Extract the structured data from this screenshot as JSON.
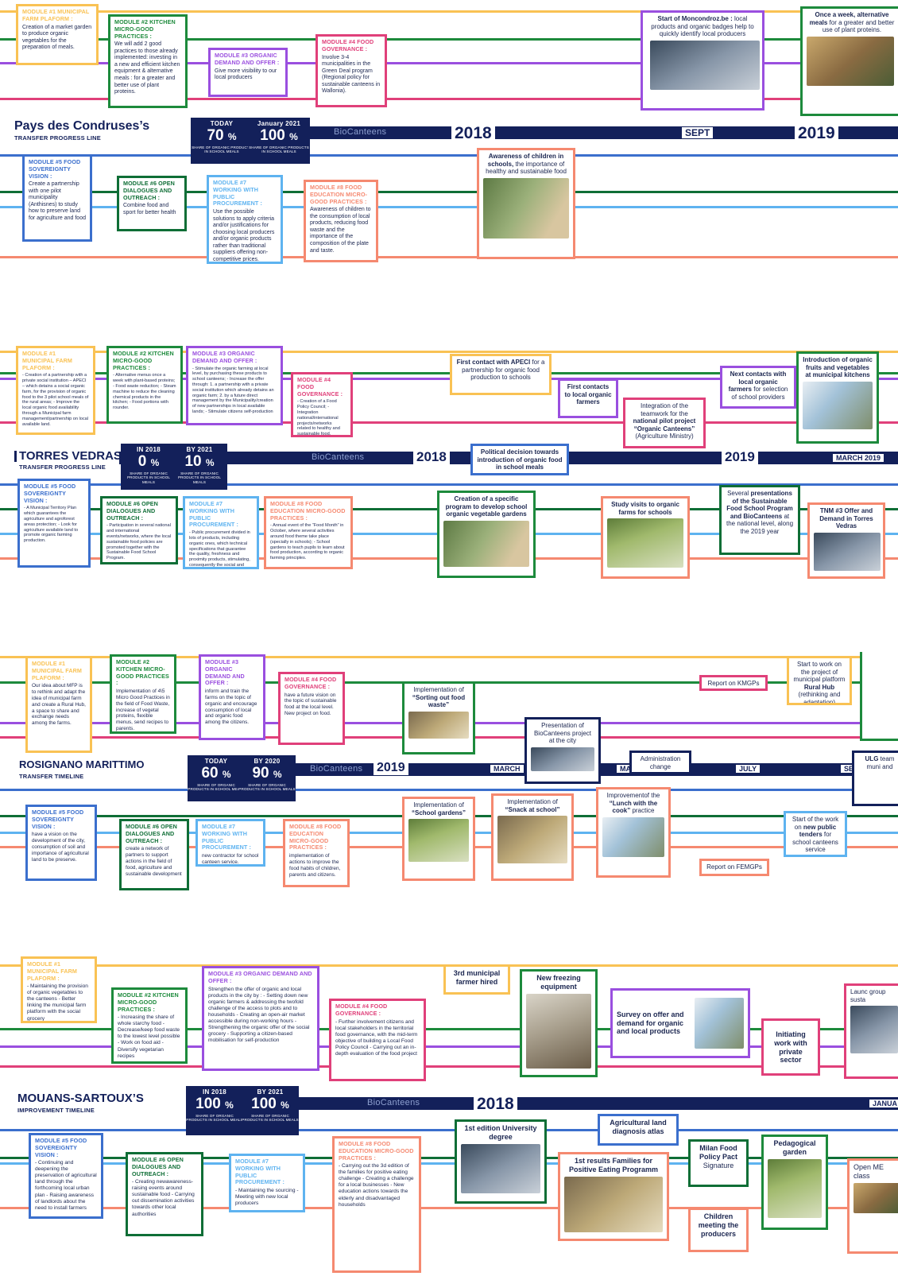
{
  "colors": {
    "yellow": "#f9c254",
    "green": "#1d8a3c",
    "purple": "#9a4fdf",
    "pink": "#e0407a",
    "blue": "#3b6fcd",
    "darkgreen": "#0f6e36",
    "lightblue": "#5eb3f0",
    "salmon": "#f58970",
    "navy": "#13205a"
  },
  "brand": "BioCanteens",
  "stat_desc": "SHARE OF ORGANIC PRODUCTS IN SCHOOL MEALS",
  "condroz": {
    "title": "Pays des Condruses’s",
    "subtitle": "TRANSFER PROGRESS LINE",
    "stat1": {
      "label": "TODAY",
      "value": "70",
      "unit": "%"
    },
    "stat2": {
      "label": "January 2021",
      "value": "100",
      "unit": "%"
    },
    "years": [
      "2018",
      "SEPT",
      "2019"
    ],
    "m1": {
      "title": "MODULE #1 MUNICIPAL FARM PLAFORM :",
      "text": "Creation of a market garden to produce organic vegetables for the preparation of meals."
    },
    "m2": {
      "title": "MODULE #2 KITCHEN MICRO-GOOD PRACTICES :",
      "text": "We will add 2 good practices to those already implemented: investing in a new and efficient kitchen equipment & alternative meals : for a greater and better use of plant proteins."
    },
    "m3": {
      "title": "MODULE #3 ORGANIC DEMAND AND OFFER :",
      "text": "Give more visibility to our local producers"
    },
    "m4": {
      "title": "MODULE #4 FOOD GOVERNANCE :",
      "text": "Involve 3-4 municipalities in the Green Deal program (Regional policy for sustainable canteens in Wallonia)."
    },
    "m5": {
      "title": "MODULE #5 FOOD SOVEREIGNTY VISION :",
      "text": "Create a partnership with one pilot municipality (Anthisnes) to study how to preserve land for agriculture and food"
    },
    "m6": {
      "title": "MODULE #6 OPEN DIALOGUES AND OUTREACH :",
      "text": "Combine food and sport for better health"
    },
    "m7": {
      "title": "MODULE #7 WORKING WITH PUBLIC PROCUREMENT :",
      "text": "Use the possible solutions to apply criteria and/or justifications for choosing local producers and/or organic products rather than traditional suppliers offering non-competitive prices."
    },
    "m8": {
      "title": "MODULE #8 FOOD EDUCATION MICRO-GOOD PRACTICES :",
      "text": "Awareness of children to the consumption of local products, reducing food waste and the importance of the composition of the plate and taste."
    },
    "e1": {
      "b": "Start of Moncondroz.be :",
      "t": "local products and organic badges help to quickly identify local producers"
    },
    "e2": {
      "b": "Once a week, alternative meals",
      "t": "for a greater and better use of plant proteins."
    },
    "e3": {
      "b": "Awareness of children in schools,",
      "t": "the importance of healthy and sustainable food"
    }
  },
  "torres": {
    "title": "TORRES VEDRAS’",
    "subtitle": "TRANSFER PROGRESS LINE",
    "stat1": {
      "label": "IN 2018",
      "value": "0",
      "unit": "%"
    },
    "stat2": {
      "label": "BY 2021",
      "value": "10",
      "unit": "%"
    },
    "years": [
      "2018",
      "2019",
      "MARCH 2019"
    ],
    "m1": {
      "title": "MODULE #1 MUNICIPAL FARM PLAFORM :",
      "text": "- Creation of a partnership with a private social institution – APECI – which detains a social organic farm, for the provision of organic food to the 3 pilot school meals of the rural areas; - Improve the local organic food availability through a Municipal farm management/partnership on local available land."
    },
    "m2": {
      "title": "MODULE #2 KITCHEN MICRO-GOOD PRACTICES :",
      "text": "- Alternative menus once a week with plant-based proteins; - Food waste reduction; - Steam machine to reduce the cleaning chemical products in the kitchen; - Food portions with rounder."
    },
    "m3": {
      "title": "MODULE #3 ORGANIC DEMAND AND OFFER :",
      "text": "- Stimulate the organic farming at local level, by purchasing these products to school canteens; - Increase the offer through: 1. a partnership with a private social institution which already detains an organic farm; 2. by a future direct management by the Municipality/creation of new partnerships in local available lands; - Stimulate citizens self-production"
    },
    "m4": {
      "title": "MODULE #4 FOOD GOVERNANCE :",
      "text": "- Creation of a Food Policy Council; - Integration national/international projects/networks related to healthy and sustainable food."
    },
    "m5": {
      "title": "MODULE #5 FOOD SOVEREIGNTY VISION :",
      "text": "- A Municipal Territory Plan which guarantees the agriculture and agroforest areas protection; - Look for agriculture available land to promote organic farming production."
    },
    "m6": {
      "title": "MODULE #6 OPEN DIALOGUES AND OUTREACH :",
      "text": "- Participation in several national and international events/networks, where the local sustainable food policies are promoted together with the Sustainable Food School Program."
    },
    "m7": {
      "title": "MODULE #7 WORKING WITH PUBLIC PROCUREMENT :",
      "text": "- Public procurement divided in lots of products, including organic ones, which technical specifications that guarantee the quality, freshness and proximity products, stimulating, consequently the social and local economy."
    },
    "m8": {
      "title": "MODULE #8 FOOD EDUCATION MICRO-GOOD PRACTICES :",
      "text": "- Annual event of the “Food Month” in October, where several activities around food theme take place (specially in schools); - School gardens to teach pupils to learn about food production, according to organic farming principles."
    },
    "e1": {
      "b": "First contact with APECI",
      "t": "for a partnership for organic food production to schools"
    },
    "e2": {
      "b": "First contacts to local organic farmers",
      "t": ""
    },
    "e3": {
      "t1": "Integration of the teamwork for the",
      "b": "national pilot project “Organic Canteens”",
      "t2": "(Agriculture Ministry)"
    },
    "e4": {
      "b": "Next contacts with local organic farmers",
      "t": "for selection of school providers"
    },
    "e5": {
      "b": "Introduction of organic fruits and vegetables at municipal kitchens",
      "t": ""
    },
    "e6": {
      "b": "Political decision towards introduction of organic food in school meals",
      "t": ""
    },
    "e7": {
      "b": "Creation of a specific program to develop school organic vegetable gardens",
      "t": ""
    },
    "e8": {
      "b": "Study visits to organic farms for schools",
      "t": ""
    },
    "e9": {
      "t1": "Several",
      "b": "presentations of the Sustainable Food School Program and BioCanteens",
      "t2": "at the national level, along the 2019 year"
    },
    "e10": {
      "b": "TNM #3 Offer and Demand in Torres Vedras",
      "t": ""
    }
  },
  "rosignano": {
    "title": "ROSIGNANO MARITTIMO",
    "subtitle": "TRANSFER TIMELINE",
    "stat1": {
      "label": "TODAY",
      "value": "60",
      "unit": "%"
    },
    "stat2": {
      "label": "BY 2020",
      "value": "90",
      "unit": "%"
    },
    "years": [
      "2019",
      "MARCH",
      "MAY",
      "JULY",
      "SEPT"
    ],
    "m1": {
      "title": "MODULE #1 MUNICIPAL FARM PLAFORM :",
      "text": "Our idea about MFP is to rethink and adapt the idea of municipal farm and create a Rural Hub, a space to share and exchange needs among the farms."
    },
    "m2": {
      "title": "MODULE #2 KITCHEN MICRO-GOOD PRACTICES :",
      "text": "Implementation of 4\\5 Micro Good Practices in the field of Food Waste, increase of vegetal proteins, flexible menus, send recipes to parents."
    },
    "m3": {
      "title": "MODULE #3 ORGANIC DEMAND AND OFFER :",
      "text": "inform and train the farms on the topic of organic and encourage consumption of local and organic food among the citizens."
    },
    "m4": {
      "title": "MODULE #4 FOOD GOVERNANCE :",
      "text": "have a future vision on the topic of sustainable food at the local level. New project on food."
    },
    "m5": {
      "title": "MODULE #5 FOOD SOVEREIGNTY VISION :",
      "text": "have a vision on the development of the city, consumption of soil and importance of agricultural land to be preserve."
    },
    "m6": {
      "title": "MODULE #6 OPEN DIALOGUES AND OUTREACH :",
      "text": "create a network of partners to support actions in the field of food, agriculture and sustainable development"
    },
    "m7": {
      "title": "MODULE #7 WORKING WITH PUBLIC PROCUREMENT :",
      "text": "new contractor for school canteen service."
    },
    "m8": {
      "title": "MODULE #8 FOOD EDUCATION MICRO-GOOD PRACTICES :",
      "text": "implementation of actions to improve the food habits of children, parents and citizens."
    },
    "e1": {
      "t1": "Implementation of",
      "b": "“Sorting out food waste”"
    },
    "e2": {
      "t": "Presentation of BioCanteens project at the city"
    },
    "e3": {
      "t": "Report on KMGPs"
    },
    "e4": {
      "t1": "Start to work on the project of municipal platform",
      "b": "Rural Hub",
      "t2": "(rethinking and adaptation)"
    },
    "e5": {
      "t": "Administration change"
    },
    "e6": {
      "t1": "Implementation of",
      "b": "“School gardens”"
    },
    "e7": {
      "t1": "Implementation of",
      "b": "“Snack at school”"
    },
    "e8": {
      "t1": "Improvementof the",
      "b": "“Lunch with the cook”",
      "t2": "practice"
    },
    "e9": {
      "t1": "Start of the work on",
      "b": "new public tenders",
      "t2": "for school canteens service"
    },
    "e10": {
      "t": "Report on FEMGPs"
    },
    "e11": {
      "b": "ULG",
      "t": "team muni and"
    }
  },
  "mouans": {
    "title": "MOUANS-SARTOUX’S",
    "subtitle": "IMPROVEMENT TIMELINE",
    "stat1": {
      "label": "IN 2018",
      "value": "100",
      "unit": "%"
    },
    "stat2": {
      "label": "BY 2021",
      "value": "100",
      "unit": "%"
    },
    "years": [
      "2018",
      "JANUA"
    ],
    "m1": {
      "title": "MODULE #1 MUNICIPAL FARM PLAFORM :",
      "text": "- Maintaining the provision of organic vegetables to the canteens - Better linking the municipal farm platform with the social grocery"
    },
    "m2": {
      "title": "MODULE #2 KITCHEN MICRO-GOOD PRACTICES :",
      "text": "- Increasing the share of whole starchy food - Decrease/keep food waste to the lowest level possible - Work on food aid - Diversify vegetarian recipes"
    },
    "m3": {
      "title": "MODULE #3 ORGANIC DEMAND AND OFFER :",
      "text": "Strengthen the offer of organic and local products in the city by : - Setting down new organic farmers & addressing the twofold challenge of the access to plots and to households - Creating an open-air market accessible during non-working hours - Strengthening the organic offer of the social grocery - Supporting a citizen-based mobilisation for self-production"
    },
    "m4": {
      "title": "MODULE #4 FOOD GOVERNANCE :",
      "text": "- Further involvement citizens and local stakeholders in the territorial food governance, with the mid-term objective of building a Local Food Policy Council - Carrying out an in-depth evaluation of the food project"
    },
    "m5": {
      "title": "MODULE #5 FOOD SOVEREIGNTY VISION :",
      "text": "- Continuing and deepening the preservation of agricultural land through the forthcoming local urban plan - Raising awareness of landlords about the need to install farmers"
    },
    "m6": {
      "title": "MODULE #6 OPEN DIALOGUES AND OUTREACH :",
      "text": "- Creating newawareness-raising events around sustainable food - Carrying out dissemination activities towards other local authorities"
    },
    "m7": {
      "title": "MODULE #7 WORKING WITH PUBLIC PROCUREMENT :",
      "text": "- Maintaining the sourcing - Meeting with new local producers"
    },
    "m8": {
      "title": "MODULE #8 FOOD EDUCATION MICRO-GOOD PRACTICES :",
      "text": "- Carrying out the 3d edition of the families for positive eating challenge - Creating a challenge for a local businesses - New education actions towards the elderly and disadvantaged households"
    },
    "e1": {
      "b": "3rd municipal farmer hired"
    },
    "e2": {
      "b": "New freezing equipment"
    },
    "e3": {
      "b": "Survey on offer and demand for organic and local products"
    },
    "e4": {
      "b": "Initiating work with private sector"
    },
    "e5": {
      "t": "Launc group susta"
    },
    "e6": {
      "b": "1st edition University degree"
    },
    "e7": {
      "b": "Agricultural land diagnosis atlas"
    },
    "e8": {
      "b": "1st results Families for Positive Eating Programm"
    },
    "e9": {
      "b": "Milan Food Policy Pact",
      "t": "Signature"
    },
    "e10": {
      "b": "Pedagogical garden"
    },
    "e11": {
      "b": "Children meeting the producers"
    },
    "e12": {
      "t": "Open ME class"
    }
  }
}
